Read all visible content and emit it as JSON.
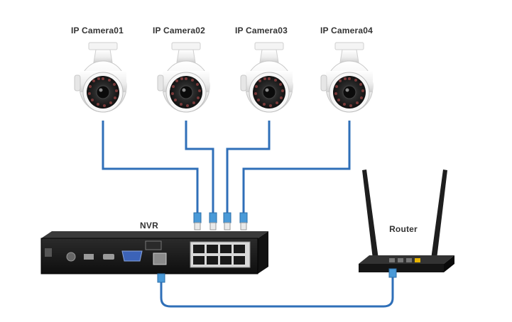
{
  "cameras": [
    {
      "label": "IP Camera01"
    },
    {
      "label": "IP Camera02"
    },
    {
      "label": "IP Camera03"
    },
    {
      "label": "IP Camera04"
    }
  ],
  "nvr": {
    "label": "NVR"
  },
  "router": {
    "label": "Router"
  },
  "colors": {
    "cable": "#2f6fb8",
    "plug": "#4a9ad8",
    "camera_body": "#f2f2f2",
    "camera_face": "#1f1f1f",
    "nvr_body": "#1c1c1c",
    "router_body": "#1a1a1a",
    "router_port_accent": "#e8b400"
  },
  "icons": [
    "bullet-camera-icon",
    "nvr-recorder-icon",
    "wifi-router-icon",
    "rj45-plug-icon"
  ]
}
